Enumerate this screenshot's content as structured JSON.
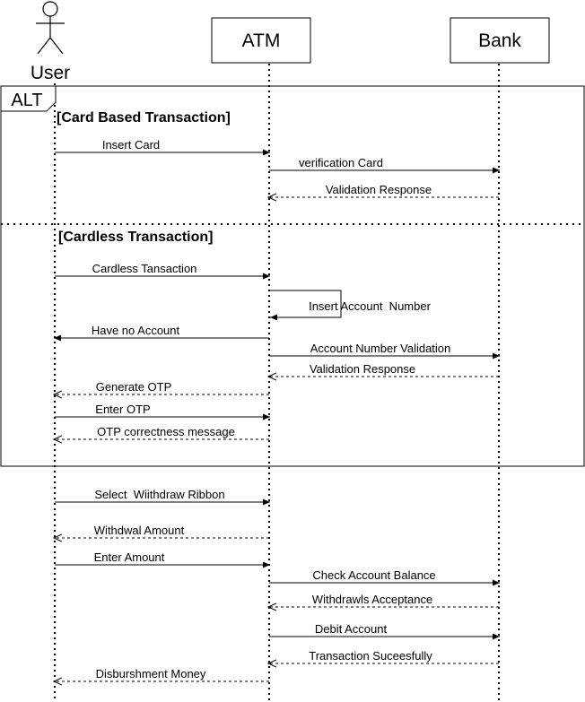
{
  "participants": {
    "user": "User",
    "atm": "ATM",
    "bank": "Bank"
  },
  "alt": {
    "label": "ALT",
    "guard1": "[Card Based Transaction]",
    "guard2": "[Cardless Transaction]"
  },
  "messages": [
    {
      "from": "user",
      "to": "atm",
      "type": "sync",
      "label": "Insert Card"
    },
    {
      "from": "atm",
      "to": "bank",
      "type": "sync",
      "label": "verification Card"
    },
    {
      "from": "bank",
      "to": "atm",
      "type": "return",
      "label": "Validation Response"
    },
    {
      "from": "user",
      "to": "atm",
      "type": "sync",
      "label": "Cardless Tansaction"
    },
    {
      "from": "atm",
      "to": "atm",
      "type": "self",
      "label": "Insert Account  Number"
    },
    {
      "from": "atm",
      "to": "user",
      "type": "sync",
      "label": "Have no Account"
    },
    {
      "from": "atm",
      "to": "bank",
      "type": "sync",
      "label": "Account Number Validation"
    },
    {
      "from": "bank",
      "to": "atm",
      "type": "return",
      "label": "Validation Response"
    },
    {
      "from": "atm",
      "to": "user",
      "type": "return",
      "label": "Generate OTP"
    },
    {
      "from": "user",
      "to": "atm",
      "type": "sync",
      "label": "Enter OTP"
    },
    {
      "from": "atm",
      "to": "user",
      "type": "return",
      "label": "OTP correctness message"
    },
    {
      "from": "user",
      "to": "atm",
      "type": "sync",
      "label": "Select  Wiithdraw Ribbon"
    },
    {
      "from": "atm",
      "to": "user",
      "type": "return",
      "label": "Withdwal Amount"
    },
    {
      "from": "user",
      "to": "atm",
      "type": "sync",
      "label": "Enter Amount"
    },
    {
      "from": "atm",
      "to": "bank",
      "type": "sync",
      "label": "Check Account Balance"
    },
    {
      "from": "bank",
      "to": "atm",
      "type": "return",
      "label": "Withdrawls Acceptance"
    },
    {
      "from": "atm",
      "to": "bank",
      "type": "sync",
      "label": "Debit Account"
    },
    {
      "from": "bank",
      "to": "atm",
      "type": "return",
      "label": "Transaction Suceesfully"
    },
    {
      "from": "atm",
      "to": "user",
      "type": "return",
      "label": "Disburshment Money"
    }
  ]
}
